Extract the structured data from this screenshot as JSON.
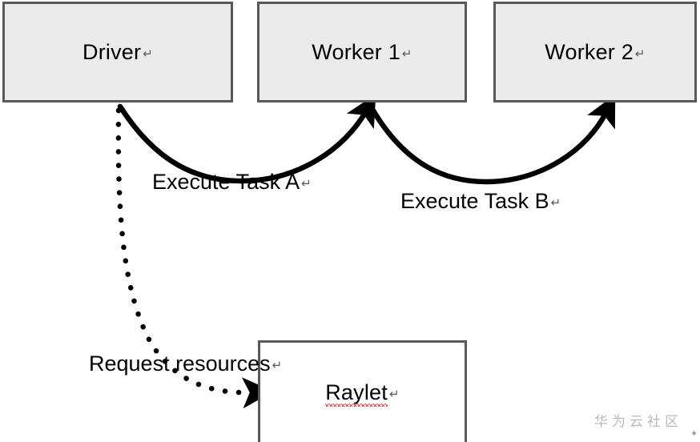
{
  "diagram": {
    "title": "Ray Driver / Worker / Raylet task execution diagram",
    "background_color": "#ffffff",
    "node_fill_gray": "#ebebeb",
    "node_fill_white": "#ffffff",
    "node_border_color": "#595959",
    "edge_color": "#000000",
    "spellcheck_underline_color": "#ee0000",
    "paragraph_mark": "↵",
    "nodes": [
      {
        "id": "driver",
        "label": "Driver",
        "style": "filled"
      },
      {
        "id": "worker1",
        "label": "Worker 1",
        "style": "filled"
      },
      {
        "id": "worker2",
        "label": "Worker 2",
        "style": "filled"
      },
      {
        "id": "raylet",
        "label": "Raylet",
        "style": "plain",
        "misspelled": true
      }
    ],
    "edges": [
      {
        "id": "execute-task-a",
        "label": "Execute Task A",
        "from": "driver",
        "to": "worker1",
        "line_style": "solid",
        "arrow": "end"
      },
      {
        "id": "execute-task-b",
        "label": "Execute Task B",
        "from": "worker1",
        "to": "worker2",
        "line_style": "solid",
        "arrow": "end"
      },
      {
        "id": "request-resources",
        "label": "Request resources",
        "from": "driver",
        "to": "raylet",
        "line_style": "dotted",
        "arrow": "end"
      }
    ]
  },
  "watermark": {
    "text": "华为云社区",
    "color": "#b9b9b9",
    "corner_mark": "✦"
  }
}
